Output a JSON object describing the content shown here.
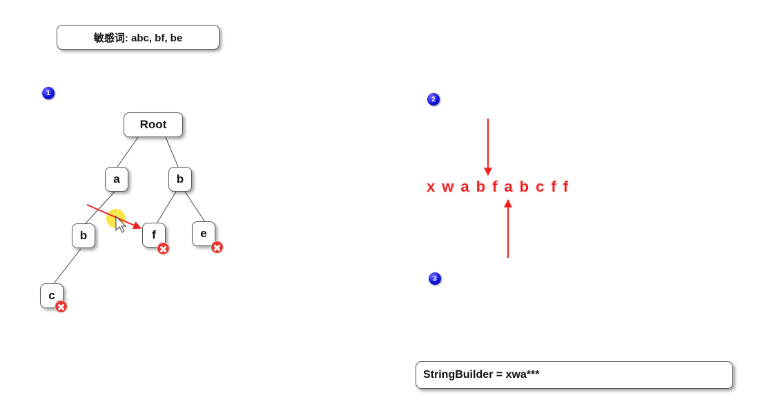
{
  "header": {
    "text": "敏感词: abc, bf, be"
  },
  "badges": [
    "1",
    "2",
    "3"
  ],
  "tree": {
    "root": "Root",
    "a": "a",
    "b": "b",
    "ab": "b",
    "abc": "c",
    "bf": "f",
    "be": "e"
  },
  "sequence": [
    "x",
    "w",
    "a",
    "b",
    "f",
    "a",
    "b",
    "c",
    "f",
    "f"
  ],
  "result": {
    "text": "StringBuilder = xwa***"
  },
  "colors": {
    "arrow": "#ef2020",
    "badge": "#1212e0",
    "highlight": "#f7e22c"
  }
}
